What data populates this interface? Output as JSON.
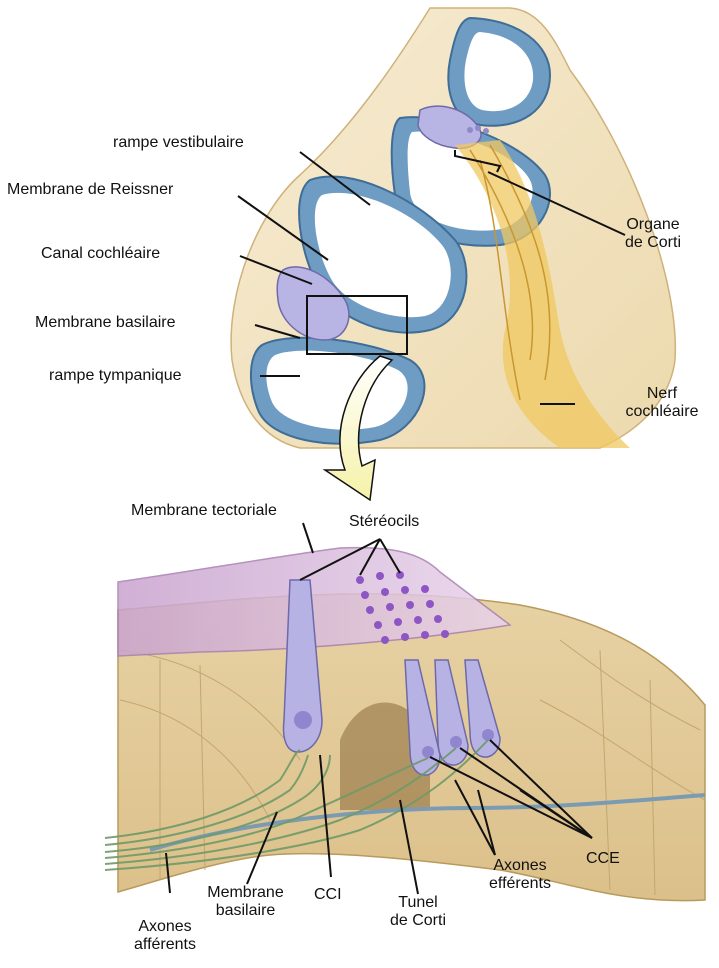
{
  "cochlea_labels": {
    "scala_vestibuli": "rampe vestibulaire",
    "reissner_membrane": "Membrane de Reissner",
    "cochlear_duct": "Canal cochléaire",
    "basilar_membrane": "Membrane basilaire",
    "scala_tympani": "rampe tympanique",
    "organ_of_corti_line1": "Organe",
    "organ_of_corti_line2": "de Corti",
    "cochlear_nerve_line1": "Nerf",
    "cochlear_nerve_line2": "cochléaire"
  },
  "corti_labels": {
    "tectorial_membrane": "Membrane tectoriale",
    "stereocilia": "Stéréocils",
    "afferent_axons_line1": "Axones",
    "afferent_axons_line2": "afférents",
    "basilar_membrane_line1": "Membrane",
    "basilar_membrane_line2": "basilaire",
    "inner_hair_cell": "CCI",
    "tunnel_line1": "Tunel",
    "tunnel_line2": "de Corti",
    "efferent_axons_line1": "Axones",
    "efferent_axons_line2": "efférents",
    "outer_hair_cells": "CCE"
  },
  "colors": {
    "bone": "#f3e5c4",
    "bone_dark": "#d9c08e",
    "duct_blue": "#5f8fb8",
    "duct_light": "#cfe0ee",
    "hair_cell": "#b9b3e6",
    "tectorial": "#d9b8dc",
    "nerve": "#e6b94a",
    "axon_green": "#6f9a68",
    "tissue": "#eedcb0"
  }
}
